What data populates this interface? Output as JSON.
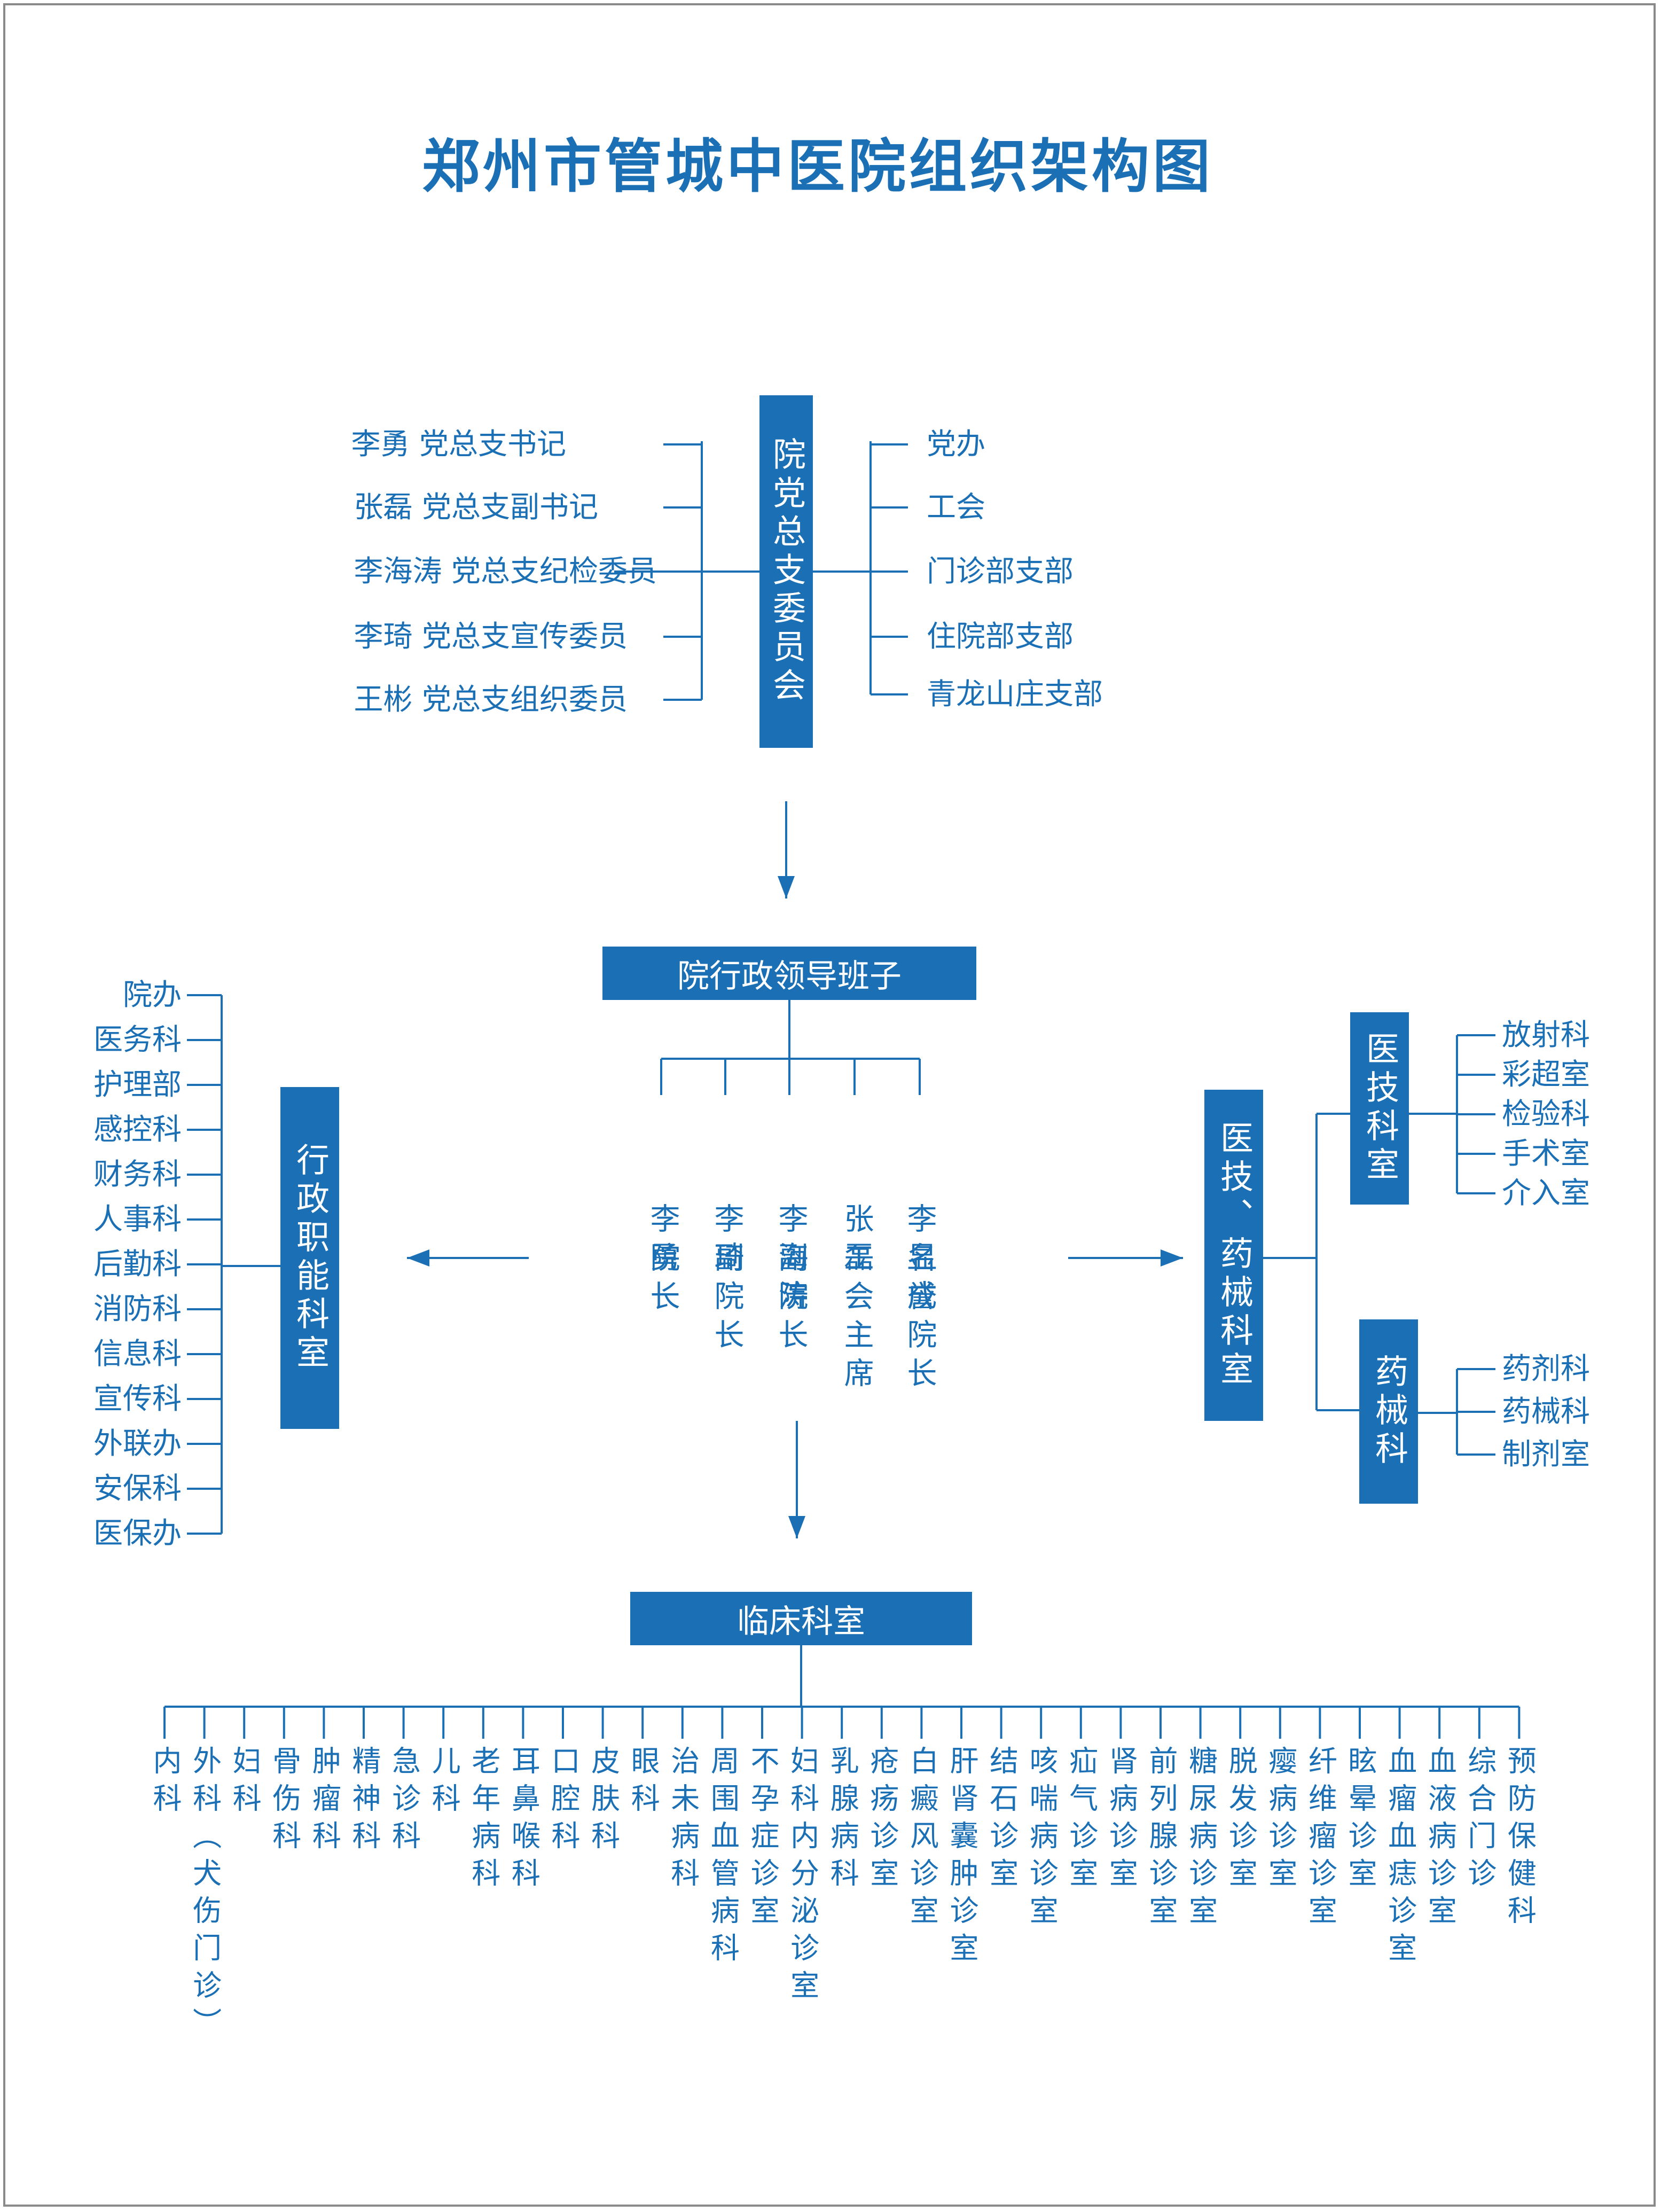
{
  "title": "郑州市管城中医院组织架构图",
  "party": {
    "box": "院党总支委员会",
    "members": [
      "李勇  党总支书记",
      "张磊  党总支副书记",
      "李海涛  党总支纪检委员",
      "李琦  党总支宣传委员",
      "王彬  党总支组织委员"
    ],
    "units": [
      "党办",
      "工会",
      "门诊部支部",
      "住院部支部",
      "青龙山庄支部"
    ]
  },
  "leadership": {
    "banner": "院行政领导班子",
    "people": [
      {
        "name": "李勇",
        "title": "院长"
      },
      {
        "name": "李琦",
        "title": "副院长"
      },
      {
        "name": "李海涛",
        "title": "副院长"
      },
      {
        "name": "张磊",
        "title": "工会主席"
      },
      {
        "name": "李显成",
        "title": "名誉院长"
      }
    ]
  },
  "admin": {
    "box": "行政职能科室",
    "items": [
      "院办",
      "医务科",
      "护理部",
      "感控科",
      "财务科",
      "人事科",
      "后勤科",
      "消防科",
      "信息科",
      "宣传科",
      "外联办",
      "安保科",
      "医保办"
    ]
  },
  "medtech": {
    "box": "医技、药械科室",
    "tech_box": "医技科室",
    "tech_items": [
      "放射科",
      "彩超室",
      "检验科",
      "手术室",
      "介入室"
    ],
    "pharm_box": "药械科",
    "pharm_items": [
      "药剂科",
      "药械科",
      "制剂室"
    ]
  },
  "clinical": {
    "banner": "临床科室",
    "items": [
      "内科",
      "外科（犬伤门诊）",
      "妇科",
      "骨伤科",
      "肿瘤科",
      "精神科",
      "急诊科",
      "儿科",
      "老年病科",
      "耳鼻喉科",
      "口腔科",
      "皮肤科",
      "眼科",
      "治未病科",
      "周围血管病科",
      "不孕症诊室",
      "妇科内分泌诊室",
      "乳腺病科",
      "疮疡诊室",
      "白癜风诊室",
      "肝肾囊肿诊室",
      "结石诊室",
      "咳喘病诊室",
      "疝气诊室",
      "肾病诊室",
      "前列腺诊室",
      "糖尿病诊室",
      "脱发诊室",
      "瘿病诊室",
      "纤维瘤诊室",
      "眩晕诊室",
      "血瘤血痣诊室",
      "血液病诊室",
      "综合门诊",
      "预防保健科"
    ]
  },
  "colors": {
    "primary": "#1a6fb5",
    "frame": "#8a8a8a"
  }
}
